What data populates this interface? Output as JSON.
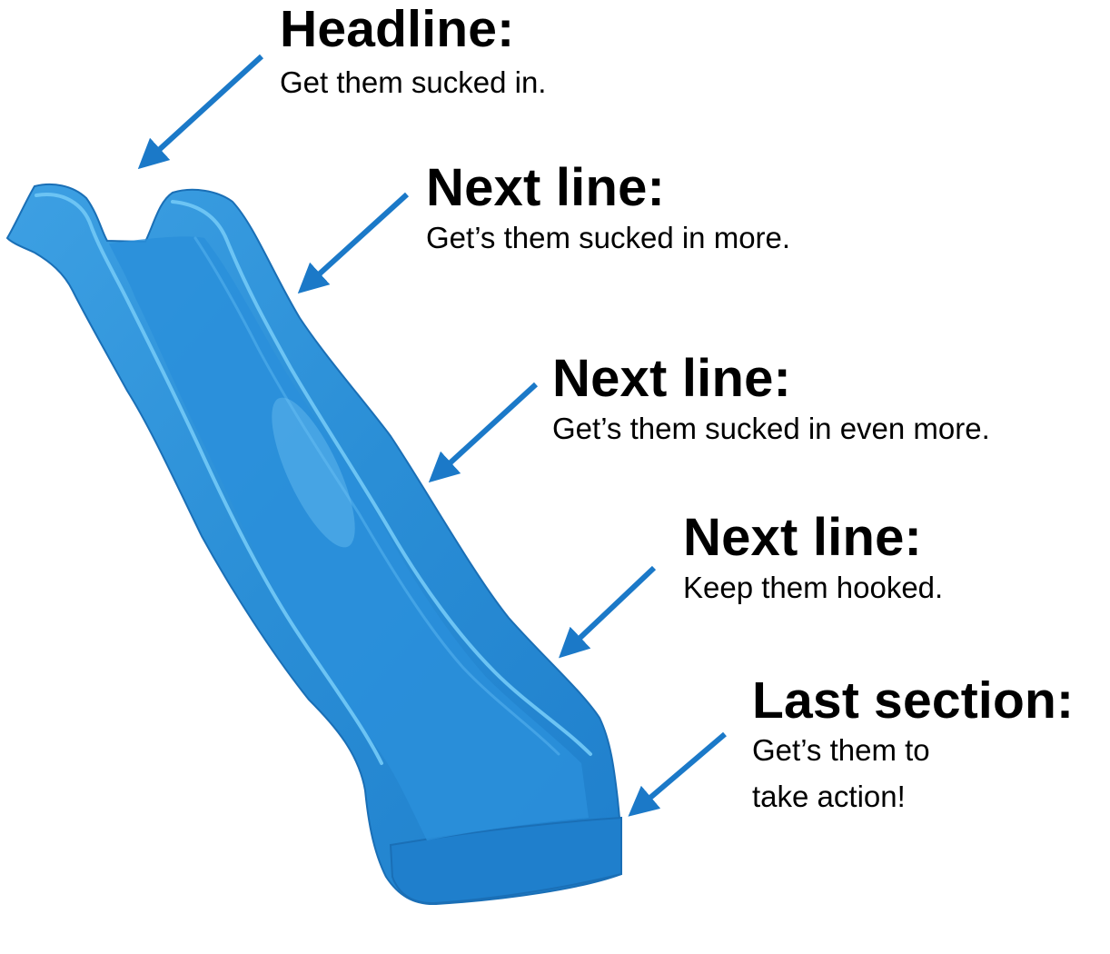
{
  "callouts": [
    {
      "heading": "Headline:",
      "lines": [
        "Get them sucked in."
      ]
    },
    {
      "heading": "Next line:",
      "lines": [
        "Get’s them sucked in more."
      ]
    },
    {
      "heading": "Next line:",
      "lines": [
        "Get’s them sucked in even more."
      ]
    },
    {
      "heading": "Next line:",
      "lines": [
        "Keep them hooked."
      ]
    },
    {
      "heading": "Last section:",
      "lines": [
        "Get’s them to",
        "take action!"
      ]
    }
  ],
  "colors": {
    "slide": "#2a8ed6",
    "slide_dark": "#1a6fb6",
    "slide_light": "#55b4ee",
    "arrow": "#1b79c8",
    "text": "#000000"
  }
}
